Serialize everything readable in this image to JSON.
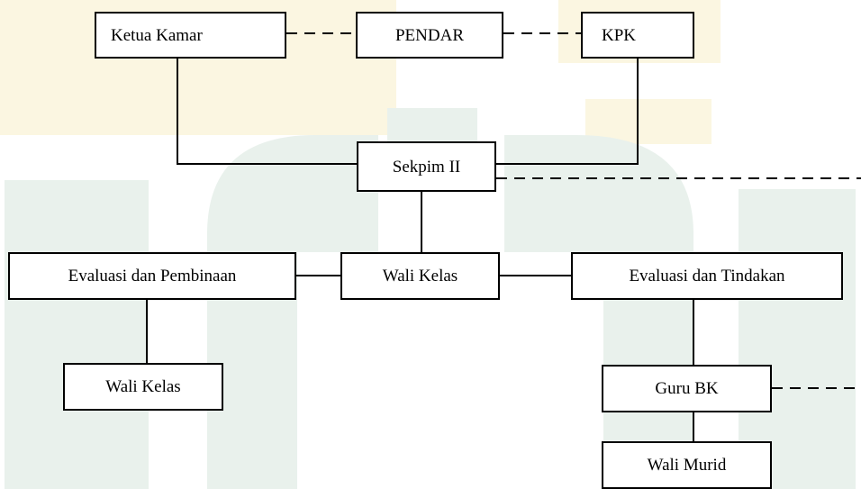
{
  "diagram": {
    "colors": {
      "line": "#000000",
      "box_fill": "#ffffff",
      "watermark_green": "#e9f1ec",
      "watermark_yellow": "#fbf6e1"
    },
    "nodes": {
      "ketua_kamar": "Ketua Kamar",
      "pendar": "PENDAR",
      "kpk": "KPK",
      "sekpim_ii": "Sekpim II",
      "evaluasi_pembinaan": "Evaluasi dan Pembinaan",
      "wali_kelas_center": "Wali Kelas",
      "evaluasi_tindakan": "Evaluasi dan Tindakan",
      "wali_kelas_left": "Wali Kelas",
      "guru_bk": "Guru BK",
      "wali_murid": "Wali Murid"
    },
    "connections": [
      {
        "from": "Ketua Kamar",
        "to": "PENDAR",
        "style": "dashed"
      },
      {
        "from": "PENDAR",
        "to": "KPK",
        "style": "dashed"
      },
      {
        "from": "Ketua Kamar",
        "to": "Sekpim II",
        "style": "solid"
      },
      {
        "from": "KPK",
        "to": "Sekpim II",
        "style": "solid"
      },
      {
        "from": "Sekpim II",
        "to": "Wali Kelas",
        "style": "solid"
      },
      {
        "from": "Wali Kelas",
        "to": "Evaluasi dan Pembinaan",
        "style": "solid"
      },
      {
        "from": "Wali Kelas",
        "to": "Evaluasi dan Tindakan",
        "style": "solid"
      },
      {
        "from": "Evaluasi dan Pembinaan",
        "to": "Wali Kelas",
        "style": "solid"
      },
      {
        "from": "Evaluasi dan Tindakan",
        "to": "Guru BK",
        "style": "solid"
      },
      {
        "from": "Guru BK",
        "to": "Wali Murid",
        "style": "solid"
      },
      {
        "from": "Sekpim II",
        "to": "off-page",
        "style": "dashed"
      },
      {
        "from": "Guru BK",
        "to": "off-page",
        "style": "dashed"
      }
    ]
  }
}
